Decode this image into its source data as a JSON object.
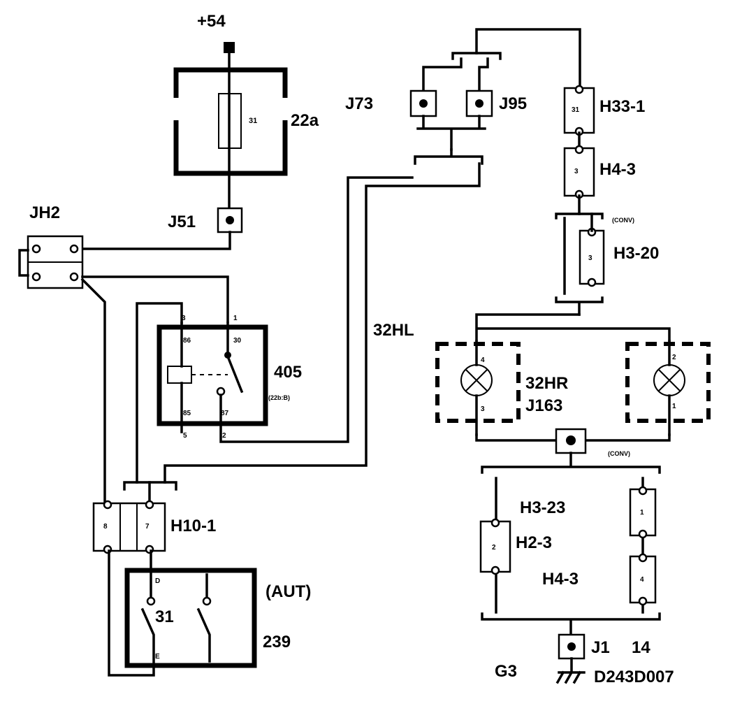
{
  "supply": "+54",
  "fuse": {
    "label": "22a",
    "number": "31"
  },
  "connectors": {
    "j51": "J51",
    "j73": "J73",
    "j95": "J95",
    "jh2": "JH2",
    "j163": "J163",
    "j1": "J1",
    "j1_pin": "14"
  },
  "relay": {
    "label": "405",
    "sub": "(22b:B)",
    "terminals": [
      "86",
      "30",
      "85",
      "87"
    ],
    "pins": [
      "3",
      "1",
      "5",
      "2"
    ]
  },
  "harness": {
    "h33_1": "H33-1",
    "h33_1_pin": "31",
    "h4_3_top": "H4-3",
    "h4_3_top_pin": "3",
    "h3_20": "H3-20",
    "h3_20_pin": "3",
    "h10_1": "H10-1",
    "h10_1_pins": [
      "8",
      "7"
    ],
    "h3_23": "H3-23",
    "h2_3": "H2-3",
    "h2_3_pin": "2",
    "h4_3_bottom": "H4-3",
    "h3_23_pin": "1",
    "h4_3_bottom_pin": "4"
  },
  "wires": {
    "w32hl": "32HL",
    "w32hr": "32HR"
  },
  "conv": "(CONV)",
  "lamps": {
    "left_pins": [
      "4",
      "3"
    ],
    "right_pins": [
      "2",
      "1"
    ]
  },
  "switch": {
    "label": "239",
    "mode": "(AUT)",
    "terminal_top": "D",
    "terminal_num": "31",
    "terminal_bottom": "E"
  },
  "ground": "G3",
  "drawing_code": "D243D007"
}
